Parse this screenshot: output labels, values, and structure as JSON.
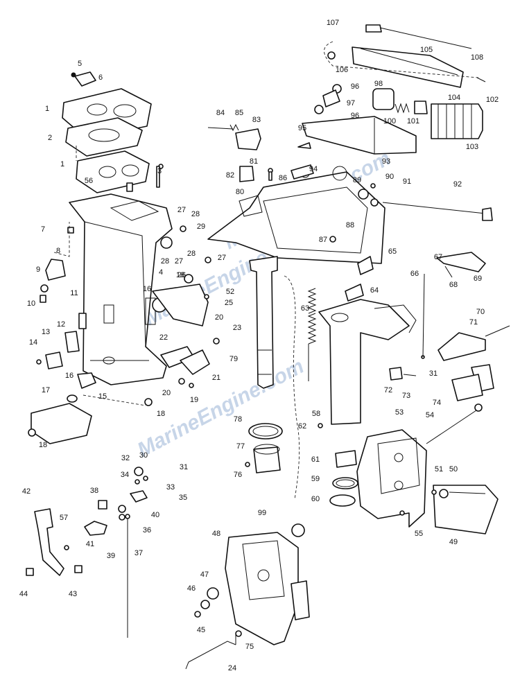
{
  "watermark": "MarineEngine.com",
  "labels": [
    "1",
    "2",
    "3",
    "4",
    "5",
    "6",
    "7",
    "8",
    "9",
    "10",
    "11",
    "12",
    "13",
    "14",
    "15",
    "16",
    "17",
    "18",
    "19",
    "20",
    "21",
    "22",
    "23",
    "24",
    "25",
    "26",
    "27",
    "28",
    "29",
    "30",
    "31",
    "32",
    "33",
    "34",
    "35",
    "36",
    "37",
    "38",
    "39",
    "40",
    "41",
    "42",
    "43",
    "44",
    "45",
    "46",
    "47",
    "48",
    "49",
    "50",
    "51",
    "52",
    "53",
    "54",
    "55",
    "56",
    "57",
    "58",
    "59",
    "60",
    "61",
    "62",
    "63",
    "64",
    "65",
    "66",
    "67",
    "68",
    "69",
    "70",
    "71",
    "72",
    "73",
    "74",
    "75",
    "76",
    "77",
    "78",
    "79",
    "80",
    "81",
    "82",
    "83",
    "84",
    "85",
    "86",
    "87",
    "88",
    "89",
    "90",
    "91",
    "92",
    "93",
    "94",
    "95",
    "96",
    "97",
    "98",
    "99",
    "100",
    "101",
    "102",
    "103",
    "104",
    "105",
    "106",
    "107",
    "108"
  ],
  "callouts": [
    {
      "n": "5"
    },
    {
      "n": "6"
    },
    {
      "n": "1"
    },
    {
      "n": "2"
    },
    {
      "n": "1"
    },
    {
      "n": "3"
    },
    {
      "n": "56"
    },
    {
      "n": "7"
    },
    {
      "n": "27"
    },
    {
      "n": "28"
    },
    {
      "n": "29"
    },
    {
      "n": "28"
    },
    {
      "n": "27"
    },
    {
      "n": "8"
    },
    {
      "n": "4"
    },
    {
      "n": "9"
    },
    {
      "n": "10"
    },
    {
      "n": "11"
    },
    {
      "n": "16"
    },
    {
      "n": "12"
    },
    {
      "n": "13"
    },
    {
      "n": "14"
    },
    {
      "n": "16"
    },
    {
      "n": "15"
    },
    {
      "n": "17"
    },
    {
      "n": "18"
    },
    {
      "n": "18"
    },
    {
      "n": "26"
    },
    {
      "n": "52"
    },
    {
      "n": "25"
    },
    {
      "n": "20"
    },
    {
      "n": "23"
    },
    {
      "n": "22"
    },
    {
      "n": "21"
    },
    {
      "n": "20"
    },
    {
      "n": "19"
    },
    {
      "n": "18"
    },
    {
      "n": "28"
    },
    {
      "n": "27"
    },
    {
      "n": "84"
    },
    {
      "n": "85"
    },
    {
      "n": "83"
    },
    {
      "n": "81"
    },
    {
      "n": "82"
    },
    {
      "n": "86"
    },
    {
      "n": "80"
    },
    {
      "n": "87"
    },
    {
      "n": "88"
    },
    {
      "n": "89"
    },
    {
      "n": "90"
    },
    {
      "n": "91"
    },
    {
      "n": "92"
    },
    {
      "n": "95"
    },
    {
      "n": "94"
    },
    {
      "n": "93"
    },
    {
      "n": "96"
    },
    {
      "n": "97"
    },
    {
      "n": "96"
    },
    {
      "n": "98"
    },
    {
      "n": "100"
    },
    {
      "n": "101"
    },
    {
      "n": "102"
    },
    {
      "n": "103"
    },
    {
      "n": "104"
    },
    {
      "n": "105"
    },
    {
      "n": "106"
    },
    {
      "n": "107"
    },
    {
      "n": "108"
    },
    {
      "n": "65"
    },
    {
      "n": "64"
    },
    {
      "n": "63"
    },
    {
      "n": "79"
    },
    {
      "n": "78"
    },
    {
      "n": "77"
    },
    {
      "n": "76"
    },
    {
      "n": "62"
    },
    {
      "n": "58"
    },
    {
      "n": "61"
    },
    {
      "n": "59"
    },
    {
      "n": "60"
    },
    {
      "n": "67"
    },
    {
      "n": "68"
    },
    {
      "n": "69"
    },
    {
      "n": "66"
    },
    {
      "n": "70"
    },
    {
      "n": "71"
    },
    {
      "n": "31"
    },
    {
      "n": "72"
    },
    {
      "n": "73"
    },
    {
      "n": "74"
    },
    {
      "n": "54"
    },
    {
      "n": "53"
    },
    {
      "n": "51"
    },
    {
      "n": "50"
    },
    {
      "n": "49"
    },
    {
      "n": "55"
    },
    {
      "n": "32"
    },
    {
      "n": "30"
    },
    {
      "n": "31"
    },
    {
      "n": "34"
    },
    {
      "n": "33"
    },
    {
      "n": "35"
    },
    {
      "n": "38"
    },
    {
      "n": "40"
    },
    {
      "n": "36"
    },
    {
      "n": "42"
    },
    {
      "n": "57"
    },
    {
      "n": "39"
    },
    {
      "n": "41"
    },
    {
      "n": "37"
    },
    {
      "n": "43"
    },
    {
      "n": "44"
    },
    {
      "n": "99"
    },
    {
      "n": "48"
    },
    {
      "n": "47"
    },
    {
      "n": "46"
    },
    {
      "n": "45"
    },
    {
      "n": "75"
    },
    {
      "n": "24"
    }
  ]
}
